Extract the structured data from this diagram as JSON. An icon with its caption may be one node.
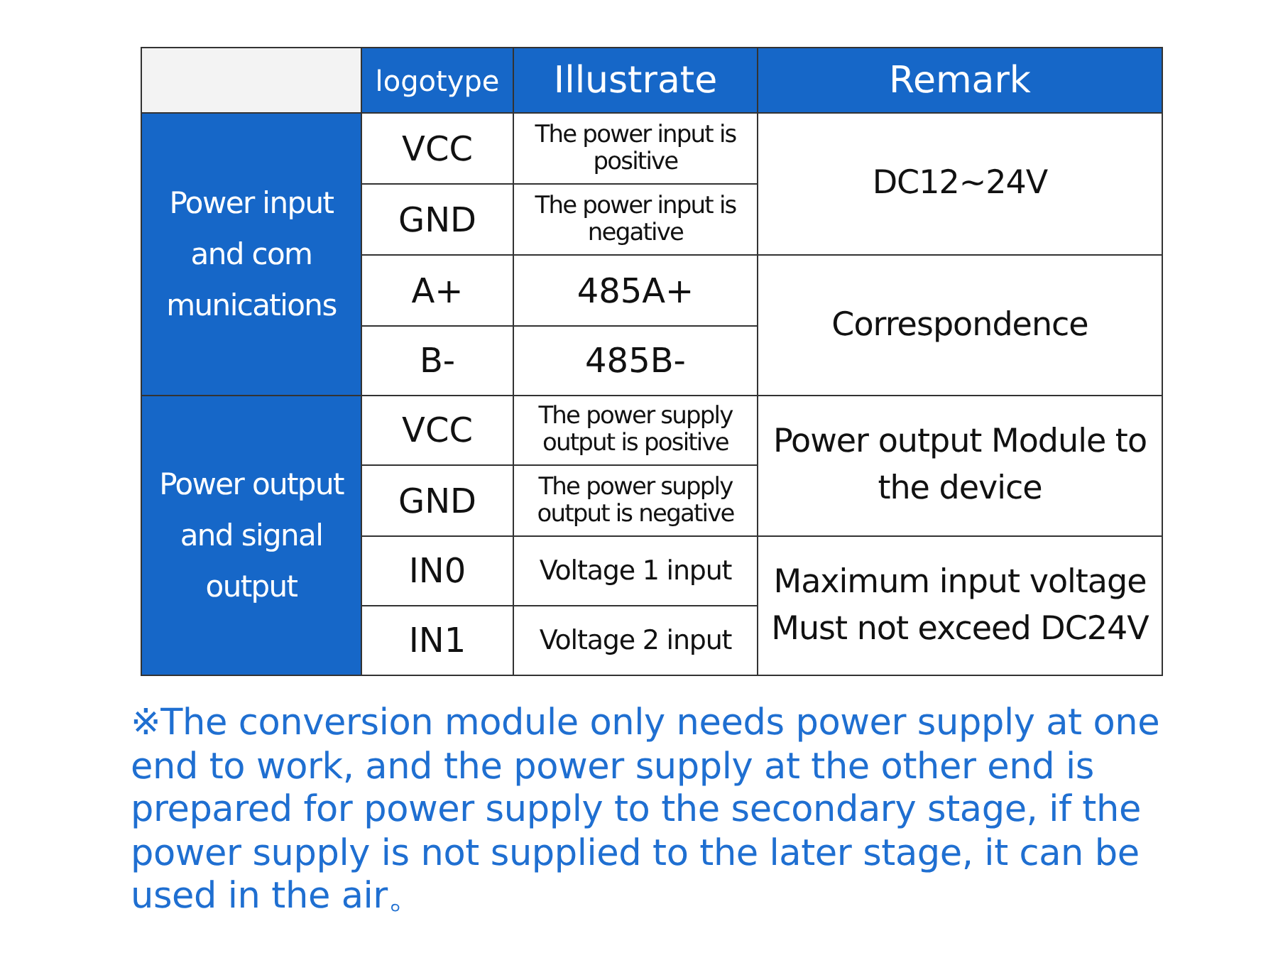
{
  "diagram": {
    "labels": [
      "logotype",
      "Illustrate",
      "Remark",
      "Power input and com munications",
      "VCC",
      "The power input is positive",
      "DC12~24V",
      "GND",
      "The power input is negative",
      "A+",
      "485A+",
      "Correspondence",
      "B-",
      "485B-",
      "Power output and signal output",
      "VCC",
      "The power supply output is positive",
      "Power output Module to the device",
      "GND",
      "The power supply output is negative",
      "IN0",
      "Voltage 1 input",
      "Maximum input voltage Must not exceed DC24V",
      "IN1",
      "Voltage 2 input",
      "※The conversion module only needs power supply at one end to work, and the power supply at the other end is prepared for power supply to the secondary stage, if the power supply is not supplied to the later stage, it can be used in the air。"
    ]
  }
}
